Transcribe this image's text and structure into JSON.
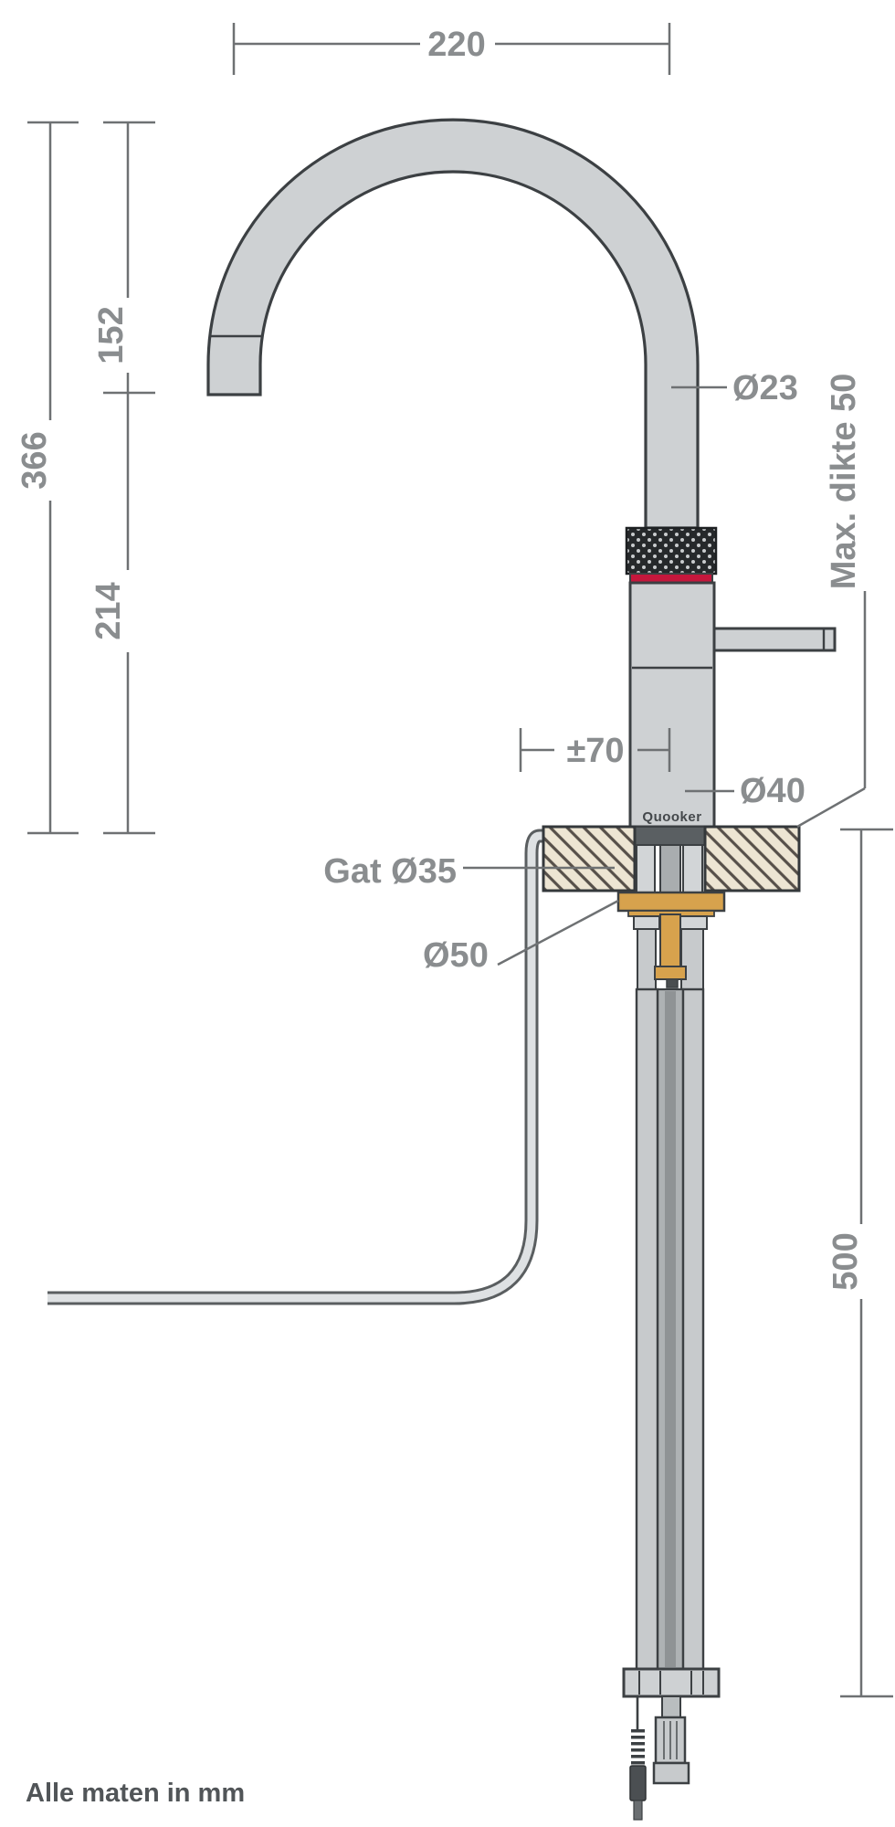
{
  "drawing": {
    "brand": "Quooker",
    "footer_note": "Alle maten in mm",
    "dimensions": {
      "spout_reach": "220",
      "height_total": "366",
      "height_top_to_outlet": "152",
      "height_outlet_to_counter": "214",
      "spout_tube_diameter": "Ø23",
      "max_counter_thickness": "Max. dikte 50",
      "handle_offset": "±70",
      "body_diameter": "Ø40",
      "hole_diameter": "Gat Ø35",
      "base_plate_diameter": "Ø50",
      "under_counter_length": "500"
    },
    "colors": {
      "metal_fill": "#ced1d3",
      "metal_dark": "#aeb2b4",
      "outline": "#3c4043",
      "dimension_line": "#6e7173",
      "dimension_text": "#8a8d8f",
      "accent_red": "#c5173c",
      "brass_gold": "#d7a24d",
      "counter_beige": "#ede5d3",
      "hatch_brown": "#57504a",
      "note_text": "#515558"
    }
  }
}
